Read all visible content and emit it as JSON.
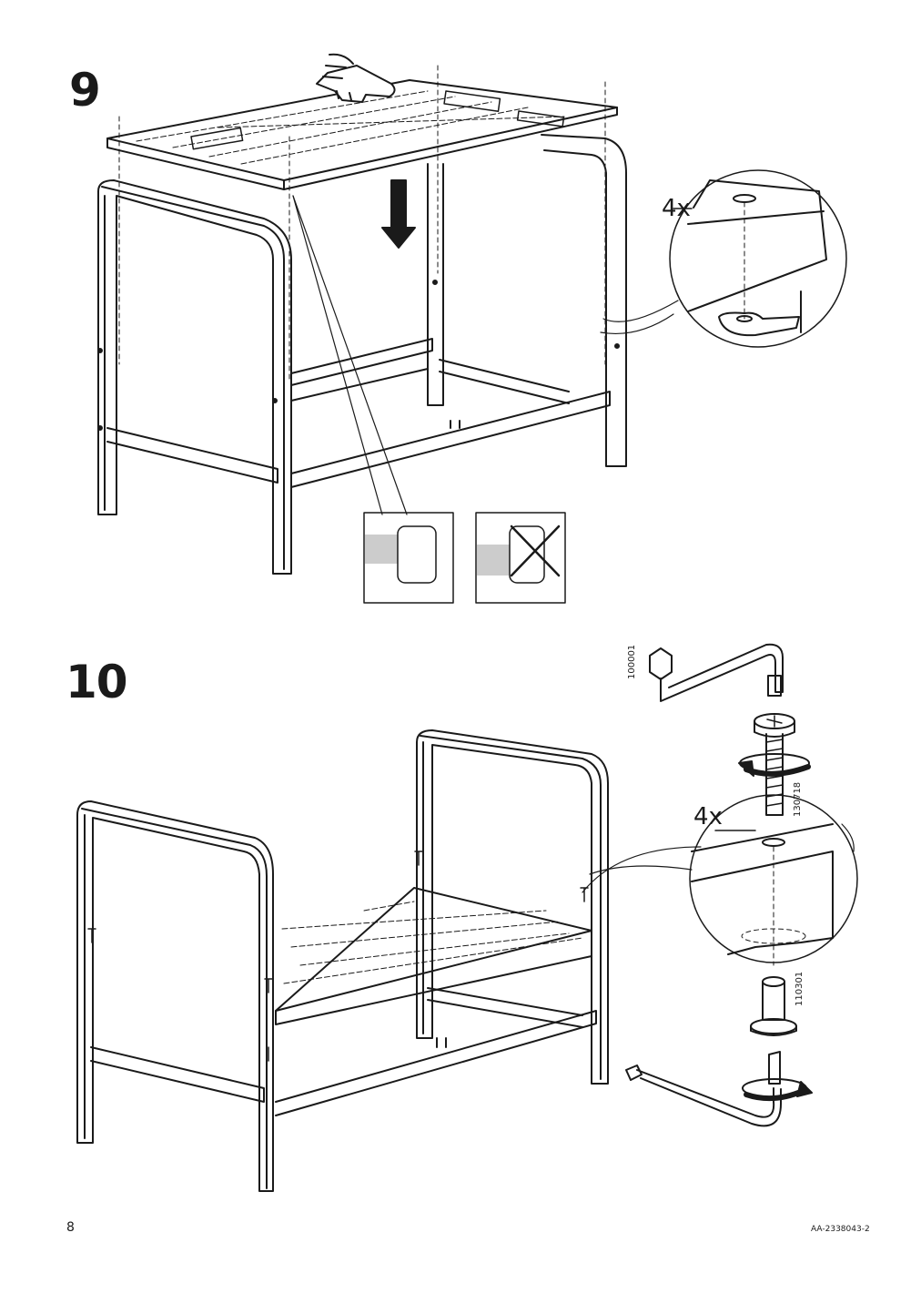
{
  "steps": [
    {
      "number": "9",
      "quantity": "4x"
    },
    {
      "number": "10",
      "quantity": "4x"
    }
  ],
  "parts": {
    "allen_key": "100001",
    "bolt": "130718",
    "barrel_nut": "110301"
  },
  "footer": {
    "page_number": "8",
    "doc_id": "AA-2338043-2"
  },
  "icons": [
    "hand-pointing-icon",
    "arrow-down-icon",
    "correct-check-icon",
    "incorrect-cross-icon",
    "rotation-arrow-icon",
    "allen-key-icon",
    "bolt-icon",
    "barrel-nut-icon"
  ]
}
